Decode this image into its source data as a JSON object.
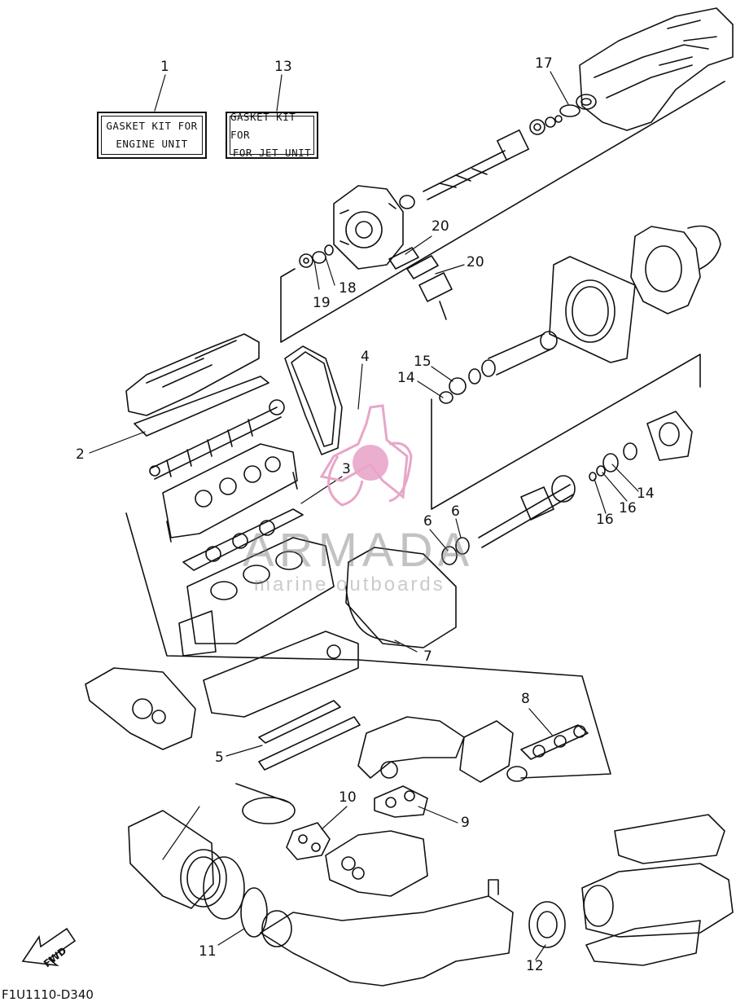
{
  "kits": {
    "engine": {
      "number": "1",
      "line1": "GASKET KIT FOR",
      "line2": "ENGINE UNIT"
    },
    "jet": {
      "number": "13",
      "line1": "GASKET KIT FOR",
      "line2": "FOR JET UNIT"
    }
  },
  "callouts": {
    "c2": "2",
    "c3": "3",
    "c4": "4",
    "c5": "5",
    "c6a": "6",
    "c6b": "6",
    "c7": "7",
    "c8": "8",
    "c9": "9",
    "c10": "10",
    "c11": "11",
    "c12": "12",
    "c14a": "14",
    "c14b": "14",
    "c15": "15",
    "c16a": "16",
    "c16b": "16",
    "c17": "17",
    "c18": "18",
    "c19": "19",
    "c20a": "20",
    "c20b": "20"
  },
  "watermark": {
    "brand": "ARMADA",
    "tagline": "marine outboards"
  },
  "fwd_label": "FWD",
  "diagram_code": "F1U1110-D340"
}
